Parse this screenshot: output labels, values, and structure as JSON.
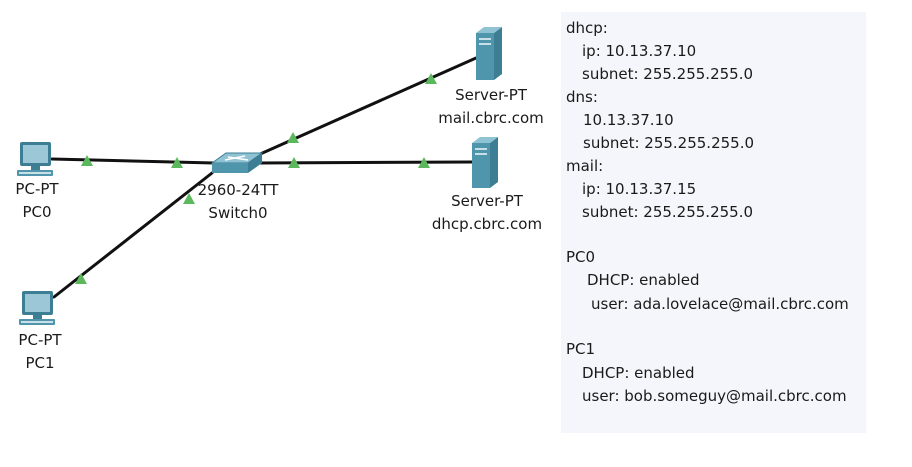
{
  "devices": {
    "pc0": {
      "model": "PC-PT",
      "name": "PC0"
    },
    "pc1": {
      "model": "PC-PT",
      "name": "PC1"
    },
    "switch0": {
      "model": "2960-24TT",
      "name": "Switch0"
    },
    "mail_server": {
      "model": "Server-PT",
      "name": "mail.cbrc.com"
    },
    "dhcp_server": {
      "model": "Server-PT",
      "name": "dhcp.cbrc.com"
    }
  },
  "colors": {
    "link_up": "#5cb85c",
    "cable": "#111111",
    "device_body": "#4f95ab",
    "notes_bg": "#f5f6fb"
  },
  "notes": {
    "dhcp_header": "dhcp:",
    "dhcp_ip": "ip: 10.13.37.10",
    "dhcp_subnet": "subnet: 255.255.255.0",
    "dns_header": "dns:",
    "dns_ip": "10.13.37.10",
    "dns_subnet": "subnet: 255.255.255.0",
    "mail_header": "mail:",
    "mail_ip": "ip: 10.13.37.15",
    "mail_subnet": "subnet: 255.255.255.0",
    "pc0_header": "PC0",
    "pc0_dhcp": "DHCP: enabled",
    "pc0_user": "user: ada.lovelace@mail.cbrc.com",
    "pc1_header": "PC1",
    "pc1_dhcp": "DHCP: enabled",
    "pc1_user": "user: bob.someguy@mail.cbrc.com"
  }
}
